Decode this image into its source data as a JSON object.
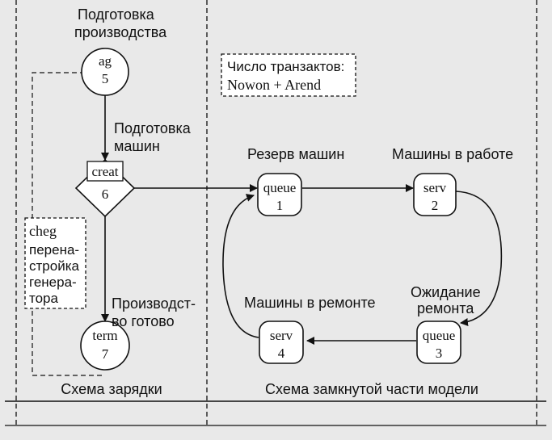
{
  "left_panel": {
    "top_label_lines": [
      "Подготовка",
      "производства"
    ],
    "bottom_label": "Схема зарядки"
  },
  "right_panel": {
    "bottom_label": "Схема замкнутой части модели"
  },
  "blocks": {
    "generate": {
      "name": "ag",
      "number": "5"
    },
    "create": {
      "name": "creat",
      "number": "6",
      "caption_lines": [
        "Подготовка",
        "машин"
      ]
    },
    "terminate": {
      "name": "term",
      "number": "7",
      "caption_lines": [
        "Производст-",
        "во готово"
      ]
    },
    "queue_reserve": {
      "name": "queue",
      "number": "1",
      "caption": "Резерв машин"
    },
    "serv_work": {
      "name": "serv",
      "number": "2",
      "caption": "Машины в работе"
    },
    "queue_wait": {
      "name": "queue",
      "number": "3",
      "caption_lines": [
        "Ожидание",
        "ремонта"
      ]
    },
    "serv_repair": {
      "name": "serv",
      "number": "4",
      "caption": "Машины в ремонте"
    }
  },
  "transact_count": {
    "label": "Число транзактов:",
    "formula": "Nowon + Arend"
  },
  "cheg_note": {
    "lines": [
      "cheg",
      "перена-",
      "стройка",
      "генера-",
      "тора"
    ]
  }
}
